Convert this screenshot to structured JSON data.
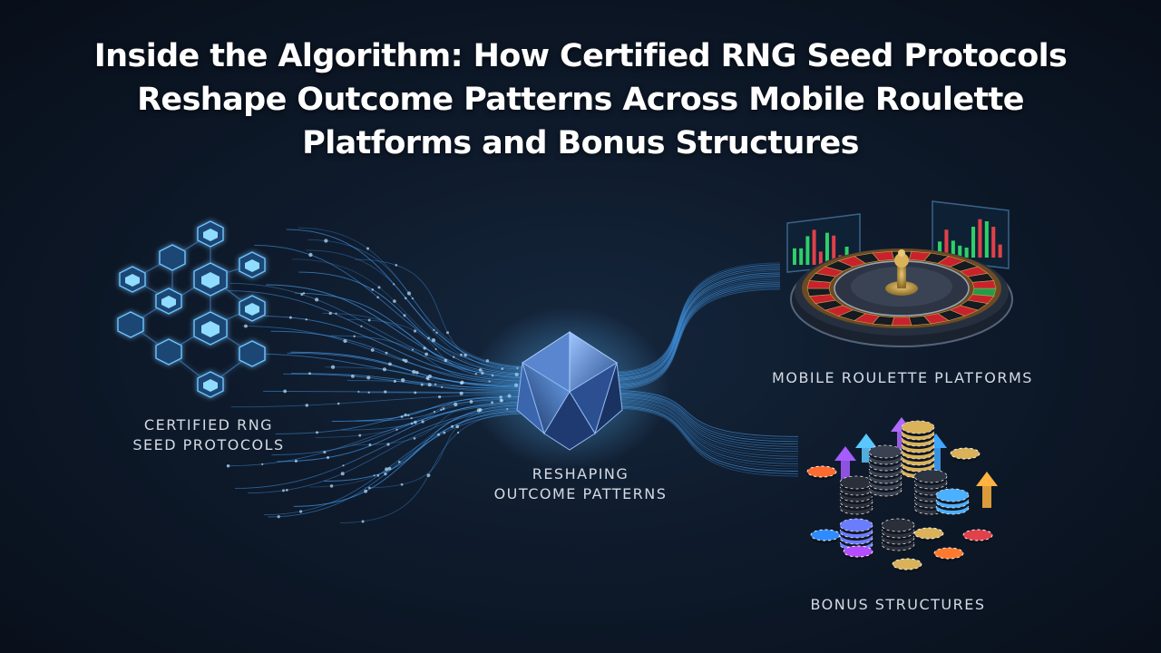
{
  "title": {
    "line1": "Inside the Algorithm: How Certified RNG Seed Protocols",
    "line2": "Reshape Outcome Patterns Across Mobile Roulette",
    "line3": "Platforms and Bonus Structures"
  },
  "nodes": {
    "rng": {
      "line1": "CERTIFIED RNG",
      "line2": "SEED PROTOCOLS",
      "icon": "hexagon-network-icon"
    },
    "reshape": {
      "line1": "RESHAPING",
      "line2": "OUTCOME PATTERNS",
      "icon": "crystal-core-icon"
    },
    "roulette": {
      "label": "MOBILE ROULETTE PLATFORMS",
      "icon": "roulette-wheel-icon"
    },
    "bonus": {
      "label": "BONUS STRUCTURES",
      "icon": "casino-chips-icon"
    }
  },
  "colors": {
    "background": "#0b1422",
    "flow": "#4aa8ff",
    "hex_glow": "#7fd0ff",
    "roulette_red": "#c8232c",
    "roulette_green": "#1f9e4a",
    "gold": "#d9b25a"
  }
}
